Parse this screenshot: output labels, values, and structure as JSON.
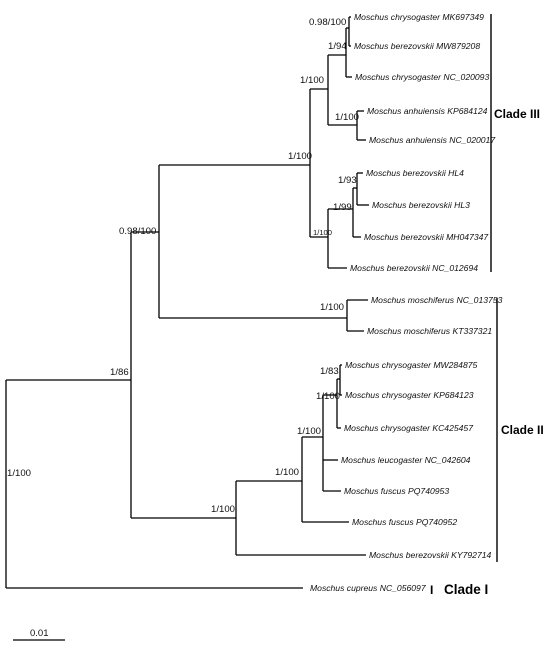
{
  "tips": {
    "mch_mk697349": "Moschus chrysogaster MK697349",
    "mbe_mw879208": "Moschus berezovskii MW879208",
    "mch_nc020093": "Moschus chrysogaster NC_020093",
    "man_kp684124": "Moschus anhuiensis KP684124",
    "man_nc020017": "Moschus anhuiensis NC_020017",
    "mbe_hl4": "Moschus berezovskii HL4",
    "mbe_hl3": "Moschus berezovskii HL3",
    "mbe_mh047347": "Moschus berezovskii MH047347",
    "mbe_nc012694": "Moschus berezovskii NC_012694",
    "mmo_nc013753": "Moschus moschiferus NC_013753",
    "mmo_kt337321": "Moschus moschiferus KT337321",
    "mch_mw284875": "Moschus chrysogaster MW284875",
    "mch_kp684123": "Moschus chrysogaster KP684123",
    "mch_kc425457": "Moschus chrysogaster KC425457",
    "mle_nc042604": "Moschus leucogaster NC_042604",
    "mfu_pq740953": "Moschus fuscus PQ740953",
    "mfu_pq740952": "Moschus fuscus PQ740952",
    "mbe_ky792714": "Moschus berezovskii KY792714",
    "mcu_nc056097": "Moschus cupreus NC_056097"
  },
  "supports": {
    "root": "1/100",
    "n_1_86": "1/86",
    "n_098_100": "0.98/100",
    "n_1_100_upper": "1/100",
    "clade3_base": "1/100",
    "chry_beret": "1/94",
    "chry_beret_top": "0.98/100",
    "anhuiensis": "1/100",
    "beret_hl": "1/99",
    "hl_pair": "1/93",
    "beret_small": "1/100",
    "moschiferus": "1/100",
    "clade2_base": "1/100",
    "clade2_inner": "1/100",
    "clade2_inner2": "1/100",
    "chry_trio": "1/100",
    "chry_pair": "1/83"
  },
  "clades": {
    "clade_iii": "Clade  III",
    "clade_ii": "Clade  II",
    "clade_i_marker": "I",
    "clade_i": "Clade  I"
  },
  "scale": {
    "label": "0.01"
  }
}
